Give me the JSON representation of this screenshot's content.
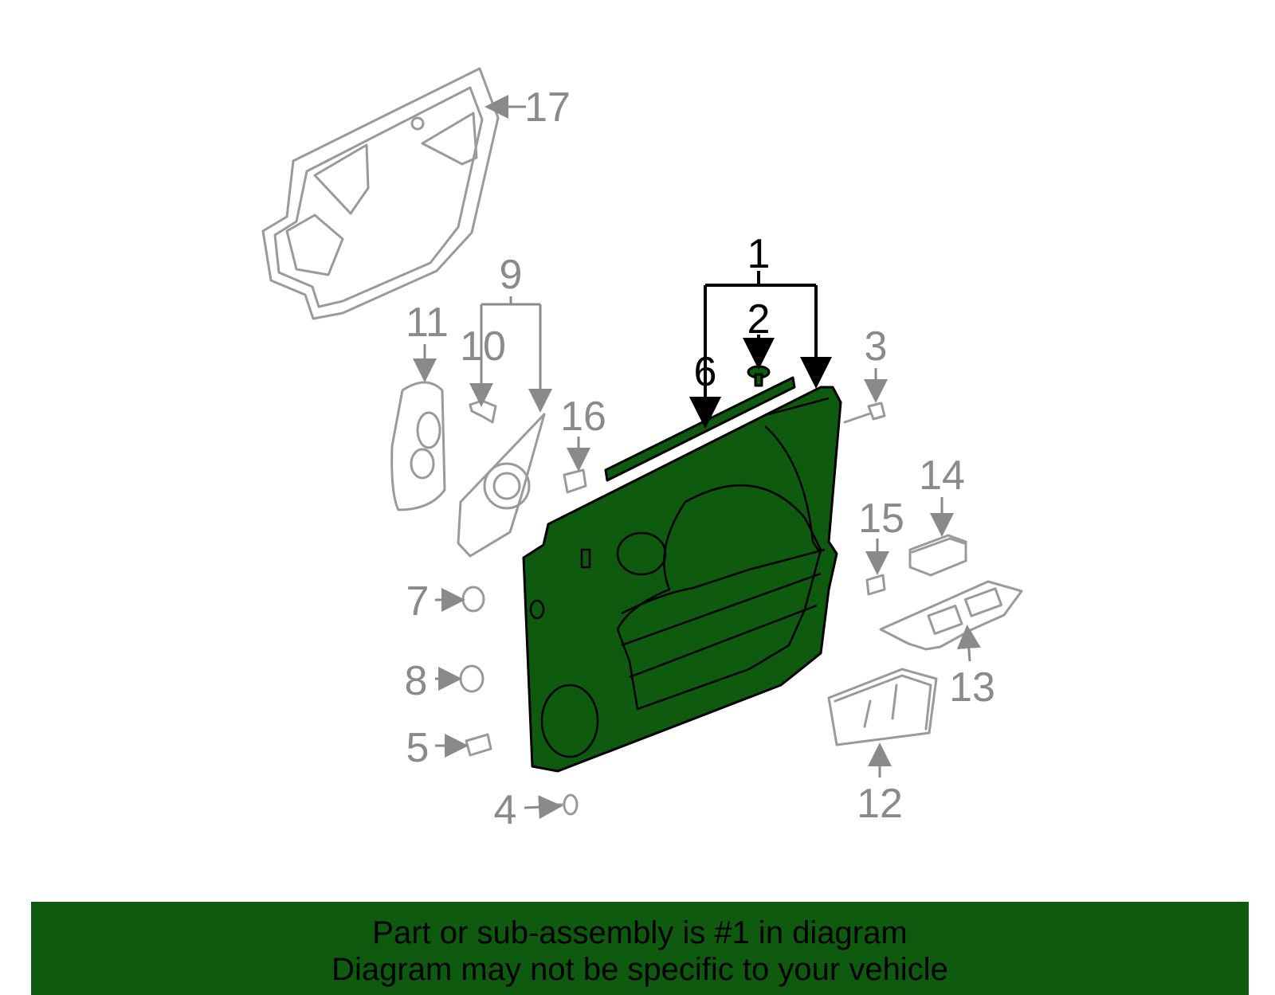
{
  "diagram": {
    "colors": {
      "highlight_part": "#0e5a0e",
      "other_parts": "#9a9a9a",
      "highlight_label": "#000000",
      "other_label": "#8a8a8a",
      "banner_background": "#0e5a0e"
    },
    "callouts": {
      "c1": "1",
      "c2": "2",
      "c3": "3",
      "c4": "4",
      "c5": "5",
      "c6": "6",
      "c7": "7",
      "c8": "8",
      "c9": "9",
      "c10": "10",
      "c11": "11",
      "c12": "12",
      "c13": "13",
      "c14": "14",
      "c15": "15",
      "c16": "16",
      "c17": "17"
    },
    "highlighted_callouts": [
      "1",
      "2",
      "6"
    ]
  },
  "banner": {
    "line1": "Part or sub-assembly is #1 in diagram",
    "line2": "Diagram may not be specific to your vehicle"
  }
}
